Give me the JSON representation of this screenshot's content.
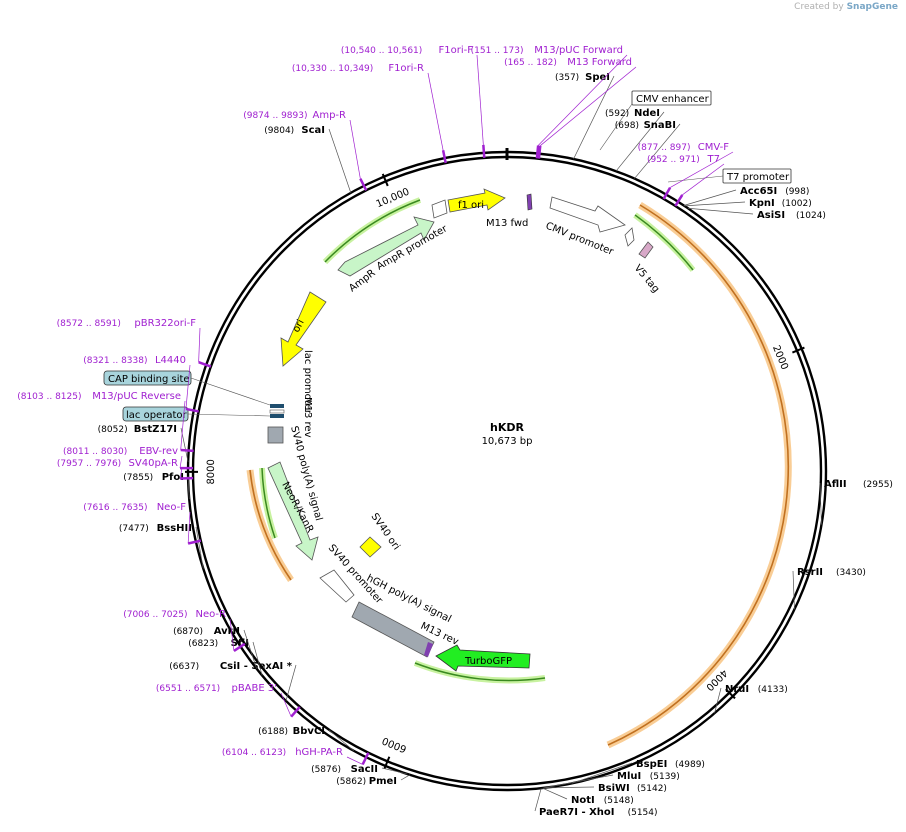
{
  "credit": {
    "prefix": "Created by",
    "brand": "SnapGene"
  },
  "plasmid": {
    "name": "hKDR",
    "length_label": "10,673 bp",
    "length": 10673
  },
  "ticks": [
    {
      "bp": 2000,
      "label": "2000"
    },
    {
      "bp": 4000,
      "label": "4000"
    },
    {
      "bp": 6000,
      "label": "6000"
    },
    {
      "bp": 8000,
      "label": "8000"
    },
    {
      "bp": 10000,
      "label": "10,000"
    }
  ],
  "sites": [
    {
      "name": "SpeI",
      "pos": "(357)",
      "bp": 357
    },
    {
      "name": "NdeI",
      "pos": "(592)",
      "bp": 592
    },
    {
      "name": "SnaBI",
      "pos": "(698)",
      "bp": 698
    },
    {
      "name": "Acc65I",
      "pos": "(998)",
      "bp": 998
    },
    {
      "name": "KpnI",
      "pos": "(1002)",
      "bp": 1002
    },
    {
      "name": "AsiSI",
      "pos": "(1024)",
      "bp": 1024
    },
    {
      "name": "AflII",
      "pos": "(2955)",
      "bp": 2955
    },
    {
      "name": "RsrII",
      "pos": "(3430)",
      "bp": 3430
    },
    {
      "name": "NruI",
      "pos": "(4133)",
      "bp": 4133
    },
    {
      "name": "BspEI",
      "pos": "(4989)",
      "bp": 4989
    },
    {
      "name": "MluI",
      "pos": "(5139)",
      "bp": 5139
    },
    {
      "name": "BsiWI",
      "pos": "(5142)",
      "bp": 5142
    },
    {
      "name": "NotI",
      "pos": "(5148)",
      "bp": 5148
    },
    {
      "name": "PaeR7I - XhoI",
      "pos": "(5154)",
      "bp": 5154
    },
    {
      "name": "PmeI",
      "pos": "(5862)",
      "bp": 5862
    },
    {
      "name": "SacII",
      "pos": "(5876)",
      "bp": 5876
    },
    {
      "name": "BbvCI",
      "pos": "(6188)",
      "bp": 6188
    },
    {
      "name": "CsiI - SexAI *",
      "pos": "(6637)",
      "bp": 6637
    },
    {
      "name": "SfiI",
      "pos": "(6823)",
      "bp": 6823
    },
    {
      "name": "AvrII",
      "pos": "(6870)",
      "bp": 6870
    },
    {
      "name": "BssHII",
      "pos": "(7477)",
      "bp": 7477
    },
    {
      "name": "PfoI",
      "pos": "(7855)",
      "bp": 7855
    },
    {
      "name": "BstZ17I",
      "pos": "(8052)",
      "bp": 8052
    },
    {
      "name": "ScaI",
      "pos": "(9804)",
      "bp": 9804
    }
  ],
  "primers": [
    {
      "name": "M13/pUC Forward",
      "pos": "(151 .. 173)",
      "bp": 162
    },
    {
      "name": "M13 Forward",
      "pos": "(165 .. 182)",
      "bp": 173
    },
    {
      "name": "CMV-F",
      "pos": "(877 .. 897)",
      "bp": 887
    },
    {
      "name": "T7",
      "pos": "(952 .. 971)",
      "bp": 961
    },
    {
      "name": "pBR322ori-F",
      "pos": "(8572 .. 8591)",
      "bp": 8581
    },
    {
      "name": "L4440",
      "pos": "(8321 .. 8338)",
      "bp": 8329
    },
    {
      "name": "M13/pUC Reverse",
      "pos": "(8103 .. 8125)",
      "bp": 8114
    },
    {
      "name": "EBV-rev",
      "pos": "(8011 .. 8030)",
      "bp": 8020
    },
    {
      "name": "SV40pA-R",
      "pos": "(7957 .. 7976)",
      "bp": 7966
    },
    {
      "name": "Neo-F",
      "pos": "(7616 .. 7635)",
      "bp": 7625
    },
    {
      "name": "Neo-R",
      "pos": "(7006 .. 7025)",
      "bp": 7015
    },
    {
      "name": "pBABE 3'",
      "pos": "(6551 .. 6571)",
      "bp": 6561
    },
    {
      "name": "hGH-PA-R",
      "pos": "(6104 .. 6123)",
      "bp": 6113
    },
    {
      "name": "Amp-R",
      "pos": "(9874 .. 9893)",
      "bp": 9883
    },
    {
      "name": "F1ori-R",
      "pos": "(10,330 .. 10,349)",
      "bp": 10339
    },
    {
      "name": "F1ori-F",
      "pos": "(10,540 .. 10,561)",
      "bp": 10550
    }
  ],
  "boxed_features": [
    {
      "name": "CMV enhancer",
      "bp": 430
    },
    {
      "name": "T7 promoter",
      "bp": 960
    },
    {
      "name": "CAP binding site",
      "bp": 8350
    },
    {
      "name": "lac operator",
      "bp": 8130
    }
  ],
  "features": [
    {
      "name": "f1 ori",
      "color": "#ffff00"
    },
    {
      "name": "M13 fwd",
      "color": "#8040b0"
    },
    {
      "name": "CMV promoter",
      "color": "#ffffff"
    },
    {
      "name": "V5 tag",
      "color": "#d8a8c8"
    },
    {
      "name": "AmpR",
      "color": "#c8f5c8"
    },
    {
      "name": "AmpR promoter",
      "color": "#ffffff"
    },
    {
      "name": "ori",
      "color": "#ffff00"
    },
    {
      "name": "lac promoter",
      "color": "#ffffff"
    },
    {
      "name": "M13 rev",
      "color": "#8040b0"
    },
    {
      "name": "SV40 poly(A) signal",
      "color": "#a0a8b0"
    },
    {
      "name": "NeoR/KanR",
      "color": "#c8f5c8"
    },
    {
      "name": "SV40 promoter",
      "color": "#ffffff"
    },
    {
      "name": "SV40 ori",
      "color": "#ffff00"
    },
    {
      "name": "hGH poly(A) signal",
      "color": "#a0a8b0"
    },
    {
      "name": "TurboGFP",
      "color": "#22ee22"
    }
  ],
  "colors": {
    "backbone": "#000000",
    "primer": "#a020d0",
    "orf_glow": "#f7c07a",
    "orf_arrow": "#ffb040",
    "gfp": "#22ee22",
    "box_fill_blue": "#a8d4dc"
  }
}
